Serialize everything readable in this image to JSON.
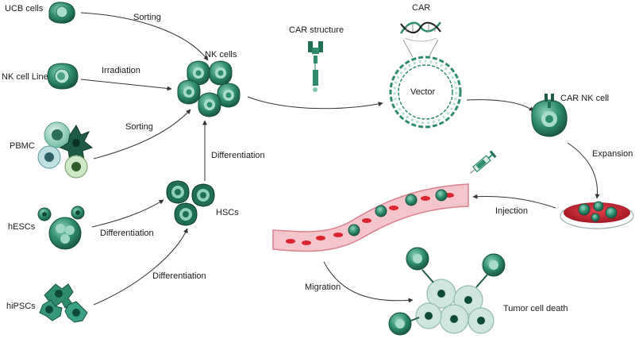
{
  "labels": {
    "ucb_cells": "UCB cells",
    "nk_cell_line": "NK cell Line",
    "pbmc": "PBMC",
    "hescs": "hESCs",
    "hipscs": "hiPSCs",
    "sorting_1": "Sorting",
    "irradiation": "Irradiation",
    "sorting_2": "Sorting",
    "differentiation_1": "Differentiation",
    "differentiation_2": "Differentiation",
    "differentiation_3": "Differentiation",
    "nk_cells": "NK cells",
    "hscs": "HSCs",
    "car_structure": "CAR structure",
    "car": "CAR",
    "vector": "Vector",
    "car_nk_cell": "CAR NK cell",
    "expansion": "Expansion",
    "injection": "Injection",
    "migration": "Migration",
    "tumor_cell_death": "Tumor cell death"
  },
  "colors": {
    "cell_dark": "#1f6e55",
    "cell_mid": "#2e8b6e",
    "cell_light": "#7fc9b1",
    "nucleus": "#0f4a38",
    "vessel": "#f4c6cc",
    "vessel_edge": "#d9808c",
    "rbc": "#d9262e",
    "dish_red": "#c41e2a",
    "tumor": "#cfe6dc",
    "tumor_edge": "#8fbcab",
    "dna_green": "#2e8b6e"
  }
}
